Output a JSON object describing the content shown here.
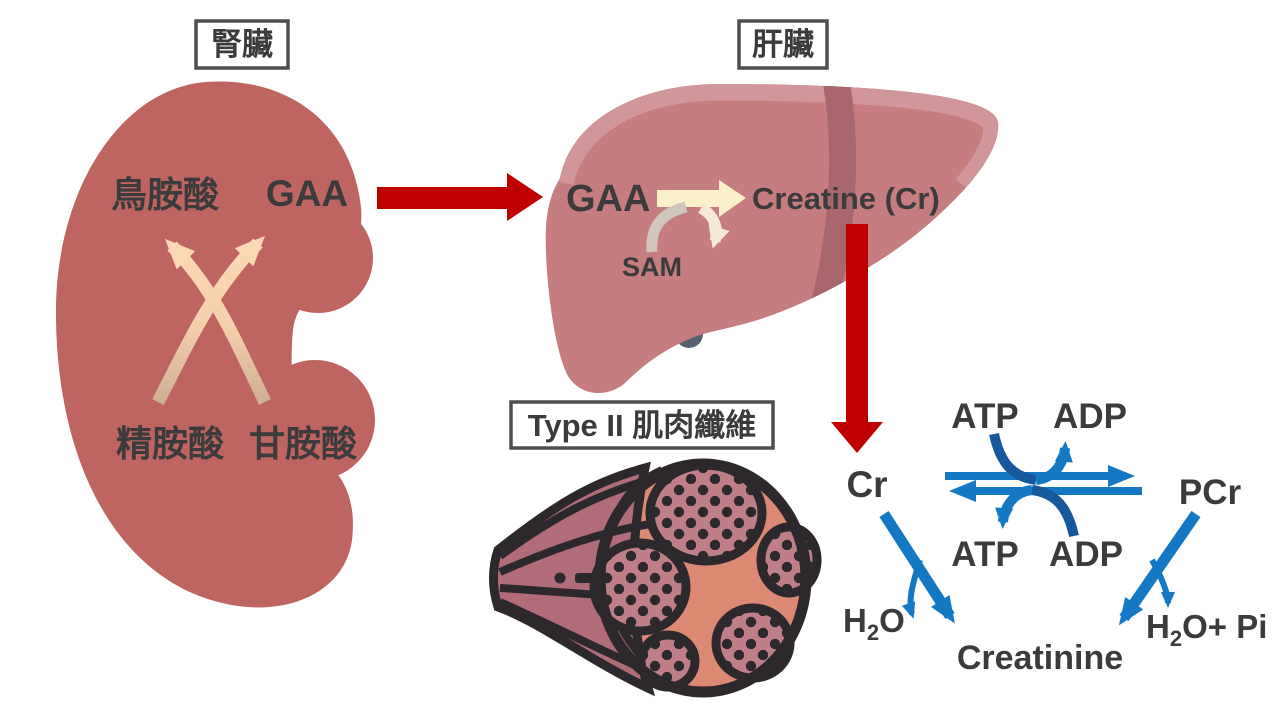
{
  "kidney": {
    "label": "腎臟",
    "ornithine": "鳥胺酸",
    "gaa": "GAA",
    "arginine": "精胺酸",
    "glycine": "甘胺酸"
  },
  "liver": {
    "label": "肝臟",
    "gaa": "GAA",
    "creatine": "Creatine (Cr)",
    "sam": "SAM"
  },
  "muscle": {
    "label": "Type II 肌肉纖維"
  },
  "reaction": {
    "cr": "Cr",
    "pcr": "PCr",
    "atp_top": "ATP",
    "adp_top": "ADP",
    "atp_bottom": "ATP",
    "adp_bottom": "ADP",
    "creatinine": "Creatinine",
    "h2o": {
      "pre": "H",
      "sub": "2",
      "post": "O"
    },
    "h2o_pi": {
      "pre": "H",
      "sub": "2",
      "post": "O+ Pi"
    }
  },
  "palette": {
    "kidney_fill": "#be6561",
    "liver_fill": "#c57d80",
    "liver_highlight": "#d0969a",
    "liver_band": "#a8666d",
    "gallbladder": "#566170",
    "red_arrow": "#c00000",
    "cream_block_arrow": "#fcf0c8",
    "sam_curve_gray": "#d1c6bb",
    "sam_curve_cream": "#f6e9d4",
    "kidney_arrow_peach": "#fbd8b5",
    "kidney_arrow_tan": "#ceb092",
    "blue": "#1478c5",
    "blue_dark": "#15599c",
    "text": "#3b3b3b",
    "label_box_border": "#4f4f4f",
    "muscle_outline": "#2d282c",
    "muscle_salmon": "#dc8973",
    "muscle_fascicle": "#bf7f89",
    "muscle_strand": "#b06d79"
  }
}
